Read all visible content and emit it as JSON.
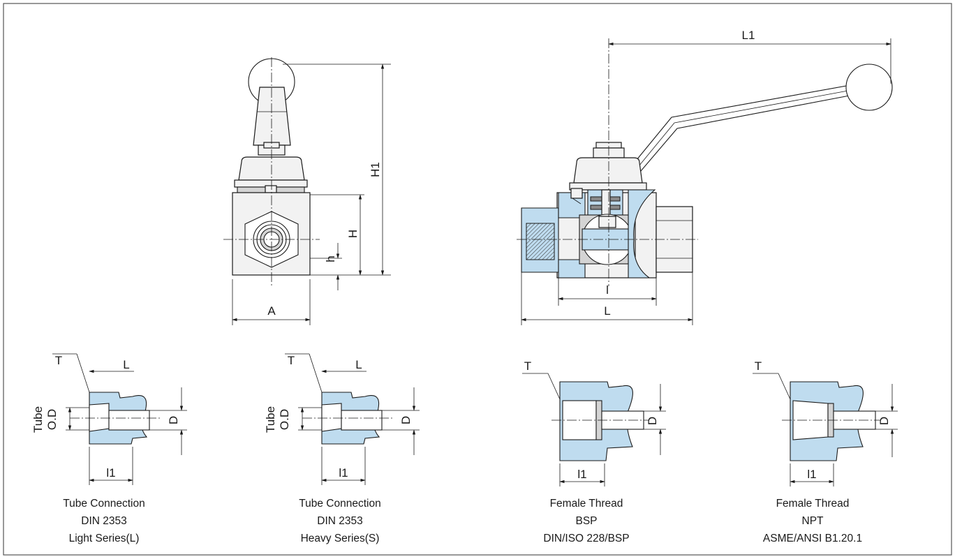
{
  "dims": {
    "L1": "L1",
    "H1": "H1",
    "H": "H",
    "h": "h",
    "A": "A",
    "l": "l",
    "L": "L",
    "T": "T",
    "L_small": "L",
    "D": "D",
    "l1": "l1",
    "tube": "Tube",
    "od": "O.D"
  },
  "captions": [
    {
      "line1": "Tube Connection",
      "line2": "DIN 2353",
      "line3": "Light Series(L)"
    },
    {
      "line1": "Tube Connection",
      "line2": "DIN 2353",
      "line3": "Heavy Series(S)"
    },
    {
      "line1": "Female Thread",
      "line2": "BSP",
      "line3": "DIN/ISO 228/BSP"
    },
    {
      "line1": "Female Thread",
      "line2": "NPT",
      "line3": "ASME/ANSI B1.20.1"
    }
  ],
  "colors": {
    "section_fill": "#bfdcef",
    "line": "#1a1a1a",
    "frame": "#555555"
  }
}
